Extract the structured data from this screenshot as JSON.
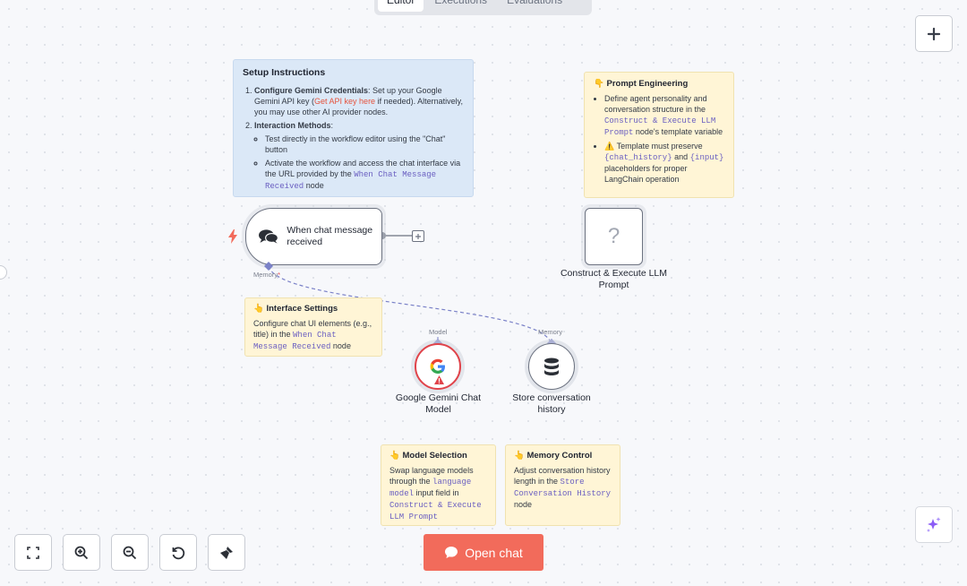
{
  "tabs": [
    "Editor",
    "Executions",
    "Evaluations"
  ],
  "setup_note": {
    "title": "Setup Instructions",
    "item1_bold": "Configure Gemini Credentials",
    "item1_pre": ": Set up your Google Gemini API key (",
    "item1_link": "Get API key here",
    "item1_post": " if needed). Alternatively, you may use other AI provider nodes.",
    "item2_bold": "Interaction Methods",
    "item2_colon": ":",
    "sub1": "Test directly in the workflow editor using the \"Chat\" button",
    "sub2_pre": "Activate the workflow and access the chat interface via the URL provided by the ",
    "sub2_code": "When Chat Message Received",
    "sub2_post": " node"
  },
  "prompt_note": {
    "title": "Prompt Engineering",
    "b1_pre": "Define agent personality and conversation structure in the ",
    "b1_code": "Construct & Execute LLM Prompt",
    "b1_post": " node's template variable",
    "b2_pre": "Template must preserve ",
    "b2_code1": "{chat_history}",
    "b2_mid": " and ",
    "b2_code2": "{input}",
    "b2_post": " placeholders for proper LangChain operation"
  },
  "interface_note": {
    "title": "Interface Settings",
    "pre": "Configure chat UI elements (e.g., title) in the ",
    "code": "When Chat Message Received",
    "post": " node"
  },
  "model_note": {
    "title": "Model Selection",
    "pre": "Swap language models through the ",
    "code1": "language model",
    "mid": " input field in ",
    "code2": "Construct & Execute LLM Prompt"
  },
  "memory_note": {
    "title": "Memory Control",
    "pre": "Adjust conversation history length in the ",
    "code": "Store Conversation History",
    "post": " node"
  },
  "nodes": {
    "trigger": "When chat message received",
    "trigger_port": "Memory",
    "trigger_port_required": "*",
    "llm": "Construct & Execute LLM Prompt",
    "gemini": "Google Gemini Chat Model",
    "gemini_port": "Model",
    "memory": "Store conversation history",
    "memory_port": "Memory"
  },
  "open_chat": "Open chat",
  "colors": {
    "accent": "#f26b5b",
    "sticky": "#fff5d6",
    "sticky_blue": "#dbe8f7",
    "error": "#e0434a",
    "link": "#6a5fc1"
  }
}
